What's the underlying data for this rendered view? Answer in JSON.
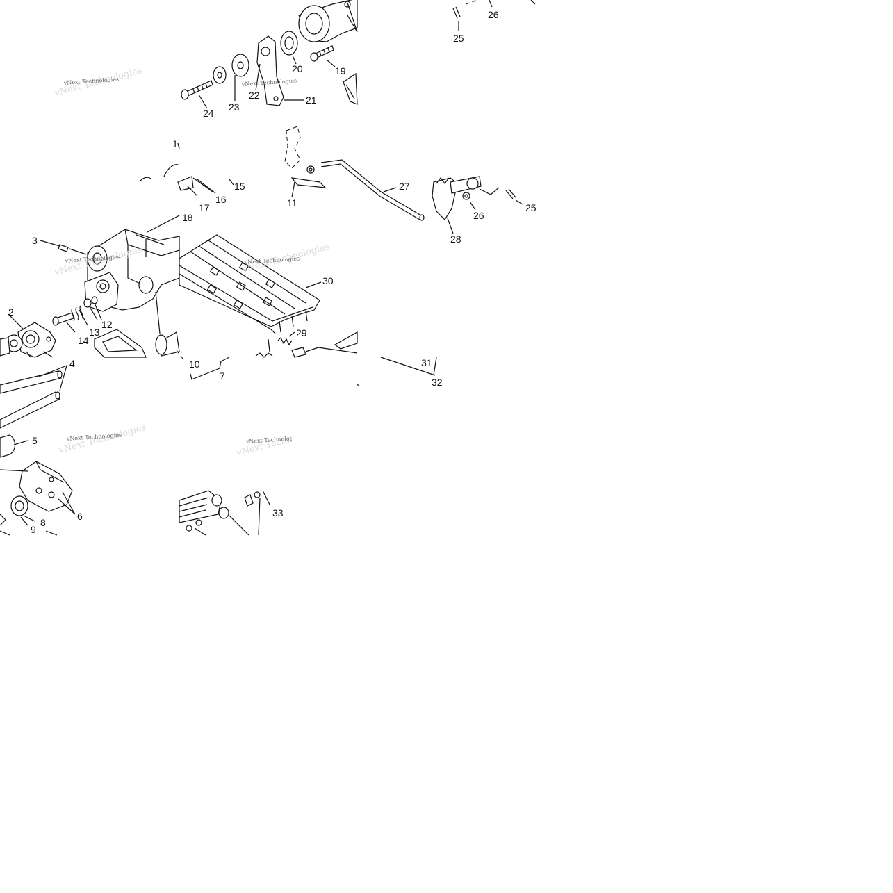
{
  "watermark": "vNext Technologies",
  "callouts": [
    {
      "id": "c1",
      "label": "1."
    },
    {
      "id": "c2",
      "label": "2"
    },
    {
      "id": "c3",
      "label": "3"
    },
    {
      "id": "c4",
      "label": "4"
    },
    {
      "id": "c5",
      "label": "5"
    },
    {
      "id": "c6",
      "label": "6"
    },
    {
      "id": "c7",
      "label": "7"
    },
    {
      "id": "c8",
      "label": "8"
    },
    {
      "id": "c9",
      "label": "9"
    },
    {
      "id": "c10",
      "label": "10"
    },
    {
      "id": "c11",
      "label": "11"
    },
    {
      "id": "c12",
      "label": "12"
    },
    {
      "id": "c13",
      "label": "13"
    },
    {
      "id": "c14",
      "label": "14"
    },
    {
      "id": "c15",
      "label": "15"
    },
    {
      "id": "c16",
      "label": "16"
    },
    {
      "id": "c17",
      "label": "17"
    },
    {
      "id": "c18",
      "label": "18"
    },
    {
      "id": "c19",
      "label": "19"
    },
    {
      "id": "c20",
      "label": "20"
    },
    {
      "id": "c21",
      "label": "21"
    },
    {
      "id": "c22",
      "label": "22"
    },
    {
      "id": "c23",
      "label": "23"
    },
    {
      "id": "c24",
      "label": "24"
    },
    {
      "id": "c25a",
      "label": "25"
    },
    {
      "id": "c25b",
      "label": "25"
    },
    {
      "id": "c26a",
      "label": "26"
    },
    {
      "id": "c26b",
      "label": "26"
    },
    {
      "id": "c27",
      "label": "27"
    },
    {
      "id": "c28",
      "label": "28"
    },
    {
      "id": "c29",
      "label": "29"
    },
    {
      "id": "c30",
      "label": "30"
    },
    {
      "id": "c31",
      "label": "31"
    },
    {
      "id": "c32",
      "label": "32"
    },
    {
      "id": "c33",
      "label": "33"
    }
  ]
}
